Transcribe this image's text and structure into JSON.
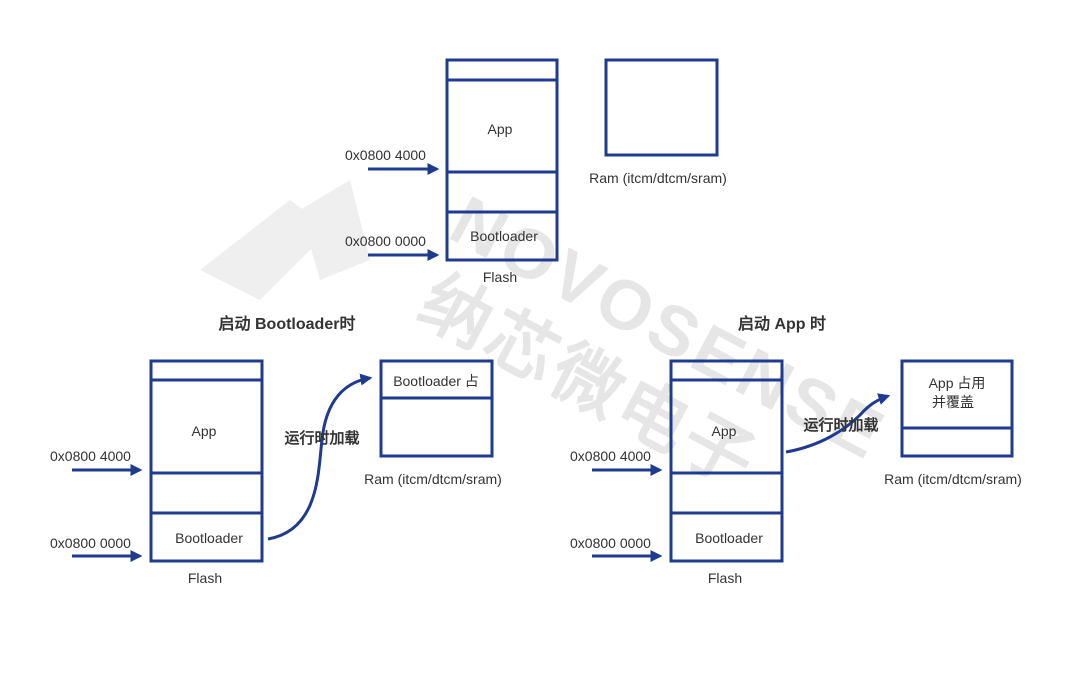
{
  "watermark": {
    "brand_en": "NOVOSENSE",
    "brand_cn": "纳芯微电子"
  },
  "colors": {
    "line": "#1f3b8f",
    "text": "#333333",
    "watermark": "#e6e6e6"
  },
  "top": {
    "app": "App",
    "bootloader": "Bootloader",
    "flash": "Flash",
    "ram": "Ram (itcm/dtcm/sram)",
    "addr_high": "0x0800 4000",
    "addr_low": "0x0800 0000"
  },
  "left": {
    "title": "启动 Bootloader时",
    "app": "App",
    "bootloader": "Bootloader",
    "flash": "Flash",
    "addr_high": "0x0800 4000",
    "addr_low": "0x0800 0000",
    "runtime": "运行时加载",
    "ram_content": "Bootloader 占",
    "ram": "Ram (itcm/dtcm/sram)"
  },
  "right": {
    "title": "启动 App 时",
    "app": "App",
    "bootloader": "Bootloader",
    "flash": "Flash",
    "addr_high": "0x0800 4000",
    "addr_low": "0x0800 0000",
    "runtime": "运行时加载",
    "ram_line1": "App 占用",
    "ram_line2": "并覆盖",
    "ram": "Ram (itcm/dtcm/sram)"
  }
}
